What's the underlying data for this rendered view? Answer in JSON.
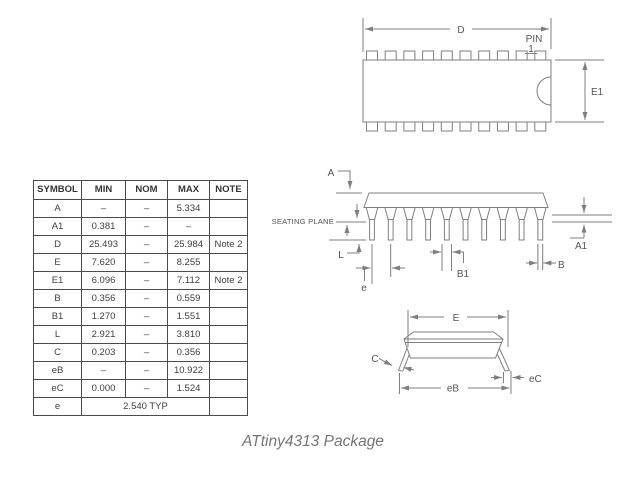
{
  "caption": "ATtiny4313 Package",
  "table": {
    "headers": {
      "symbol": "SYMBOL",
      "min": "MIN",
      "nom": "NOM",
      "max": "MAX",
      "note": "NOTE"
    },
    "rows": [
      {
        "symbol": "A",
        "min": "–",
        "nom": "–",
        "max": "5.334",
        "note": ""
      },
      {
        "symbol": "A1",
        "min": "0.381",
        "nom": "–",
        "max": "–",
        "note": ""
      },
      {
        "symbol": "D",
        "min": "25.493",
        "nom": "–",
        "max": "25.984",
        "note": "Note 2"
      },
      {
        "symbol": "E",
        "min": "7.620",
        "nom": "–",
        "max": "8.255",
        "note": ""
      },
      {
        "symbol": "E1",
        "min": "6.096",
        "nom": "–",
        "max": "7.112",
        "note": "Note 2"
      },
      {
        "symbol": "B",
        "min": "0.356",
        "nom": "–",
        "max": "0.559",
        "note": ""
      },
      {
        "symbol": "B1",
        "min": "1.270",
        "nom": "–",
        "max": "1.551",
        "note": ""
      },
      {
        "symbol": "L",
        "min": "2.921",
        "nom": "–",
        "max": "3.810",
        "note": ""
      },
      {
        "symbol": "C",
        "min": "0.203",
        "nom": "–",
        "max": "0.356",
        "note": ""
      },
      {
        "symbol": "eB",
        "min": "–",
        "nom": "–",
        "max": "10.922",
        "note": ""
      },
      {
        "symbol": "eC",
        "min": "0.000",
        "nom": "–",
        "max": "1.524",
        "note": ""
      }
    ],
    "typ_row": {
      "symbol": "e",
      "value": "2.540 TYP",
      "note": ""
    }
  },
  "labels": {
    "top": {
      "d": "D",
      "pin_word": "PIN",
      "pin_num": "1",
      "e1": "E1"
    },
    "side": {
      "a": "A",
      "seating": "SEATING PLANE",
      "a1": "A1",
      "l": "L",
      "e": "e",
      "b1": "B1",
      "b": "B"
    },
    "end": {
      "e": "E",
      "c": "C",
      "eb": "eB",
      "ec": "eC"
    }
  },
  "colors": {
    "line": "#7f7f7f",
    "label": "#555555",
    "table_border": "#4b4b4b",
    "caption": "#757575"
  }
}
